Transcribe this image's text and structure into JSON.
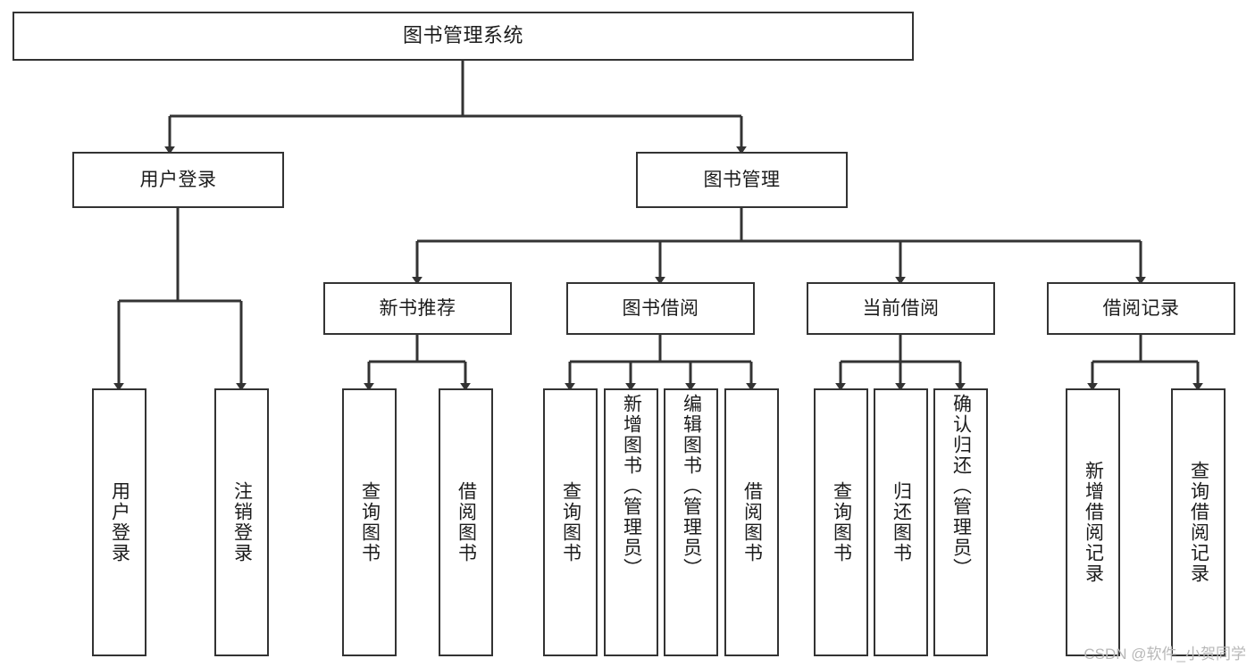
{
  "diagram": {
    "title": "图书管理系统",
    "type": "hierarchy-tree",
    "watermark": "CSDN @软件_小贺同学",
    "colors": {
      "node_border": "#333333",
      "node_fill": "#ffffff",
      "edge": "#333333",
      "text": "#1c1c1c",
      "watermark": "#b8b8b8",
      "background": "#ffffff"
    },
    "nodes": {
      "root": {
        "label": "图书管理系统"
      },
      "level2": [
        {
          "id": "user-login",
          "label": "用户登录"
        },
        {
          "id": "book-manage",
          "label": "图书管理"
        }
      ],
      "level3": [
        {
          "id": "new-book-recommend",
          "label": "新书推荐"
        },
        {
          "id": "book-borrow",
          "label": "图书借阅"
        },
        {
          "id": "current-borrow",
          "label": "当前借阅"
        },
        {
          "id": "borrow-record",
          "label": "借阅记录"
        }
      ],
      "leaves": {
        "user-login": [
          {
            "id": "leaf-user-login",
            "label": "用户登录"
          },
          {
            "id": "leaf-logout",
            "label": "注销登录"
          }
        ],
        "new-book-recommend": [
          {
            "id": "leaf-query-book-1",
            "label": "查询图书"
          },
          {
            "id": "leaf-borrow-book-1",
            "label": "借阅图书"
          }
        ],
        "book-borrow": [
          {
            "id": "leaf-query-book-2",
            "label": "查询图书"
          },
          {
            "id": "leaf-add-book",
            "label": "新增图书（管理员）"
          },
          {
            "id": "leaf-edit-book",
            "label": "编辑图书（管理员）"
          },
          {
            "id": "leaf-borrow-book-2",
            "label": "借阅图书"
          }
        ],
        "current-borrow": [
          {
            "id": "leaf-query-book-3",
            "label": "查询图书"
          },
          {
            "id": "leaf-return-book",
            "label": "归还图书"
          },
          {
            "id": "leaf-confirm-return",
            "label": "确认归还（管理员）"
          }
        ],
        "borrow-record": [
          {
            "id": "leaf-add-record",
            "label": "新增借阅记录"
          },
          {
            "id": "leaf-query-record",
            "label": "查询借阅记录"
          }
        ]
      }
    }
  }
}
